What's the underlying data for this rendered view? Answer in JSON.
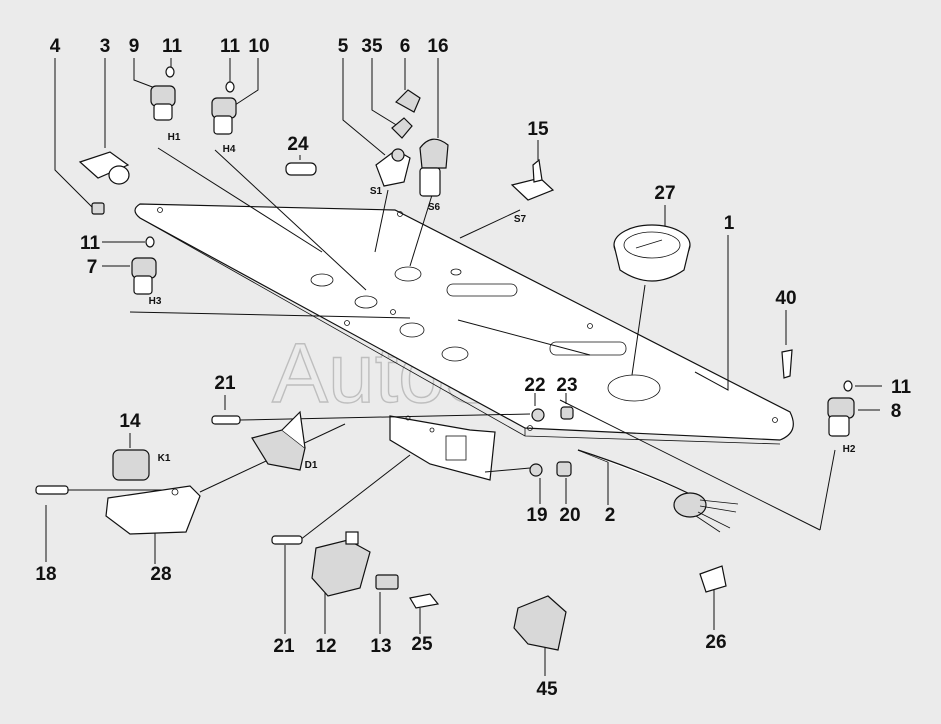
{
  "watermark": "AutoSoft",
  "callouts": [
    {
      "id": "c4",
      "text": "4"
    },
    {
      "id": "c3",
      "text": "3"
    },
    {
      "id": "c9",
      "text": "9"
    },
    {
      "id": "c11a",
      "text": "11"
    },
    {
      "id": "c11b",
      "text": "11"
    },
    {
      "id": "c10",
      "text": "10"
    },
    {
      "id": "c24",
      "text": "24"
    },
    {
      "id": "c5",
      "text": "5"
    },
    {
      "id": "c35",
      "text": "35"
    },
    {
      "id": "c6",
      "text": "6"
    },
    {
      "id": "c16",
      "text": "16"
    },
    {
      "id": "c15",
      "text": "15"
    },
    {
      "id": "c27",
      "text": "27"
    },
    {
      "id": "c1",
      "text": "1"
    },
    {
      "id": "c11c",
      "text": "11"
    },
    {
      "id": "c7",
      "text": "7"
    },
    {
      "id": "c40",
      "text": "40"
    },
    {
      "id": "c11d",
      "text": "11"
    },
    {
      "id": "c8",
      "text": "8"
    },
    {
      "id": "c21a",
      "text": "21"
    },
    {
      "id": "c22",
      "text": "22"
    },
    {
      "id": "c23",
      "text": "23"
    },
    {
      "id": "c14",
      "text": "14"
    },
    {
      "id": "c19",
      "text": "19"
    },
    {
      "id": "c20",
      "text": "20"
    },
    {
      "id": "c2",
      "text": "2"
    },
    {
      "id": "c18",
      "text": "18"
    },
    {
      "id": "c28",
      "text": "28"
    },
    {
      "id": "c21b",
      "text": "21"
    },
    {
      "id": "c12",
      "text": "12"
    },
    {
      "id": "c13",
      "text": "13"
    },
    {
      "id": "c25",
      "text": "25"
    },
    {
      "id": "c26",
      "text": "26"
    },
    {
      "id": "c45",
      "text": "45"
    }
  ],
  "tags": [
    {
      "id": "tH1",
      "text": "H1"
    },
    {
      "id": "tH4",
      "text": "H4"
    },
    {
      "id": "tS1",
      "text": "S1"
    },
    {
      "id": "tS6",
      "text": "S6"
    },
    {
      "id": "tS7",
      "text": "S7"
    },
    {
      "id": "tH3",
      "text": "H3"
    },
    {
      "id": "tH2",
      "text": "H2"
    },
    {
      "id": "tK1",
      "text": "K1"
    },
    {
      "id": "tD1",
      "text": "D1"
    }
  ]
}
